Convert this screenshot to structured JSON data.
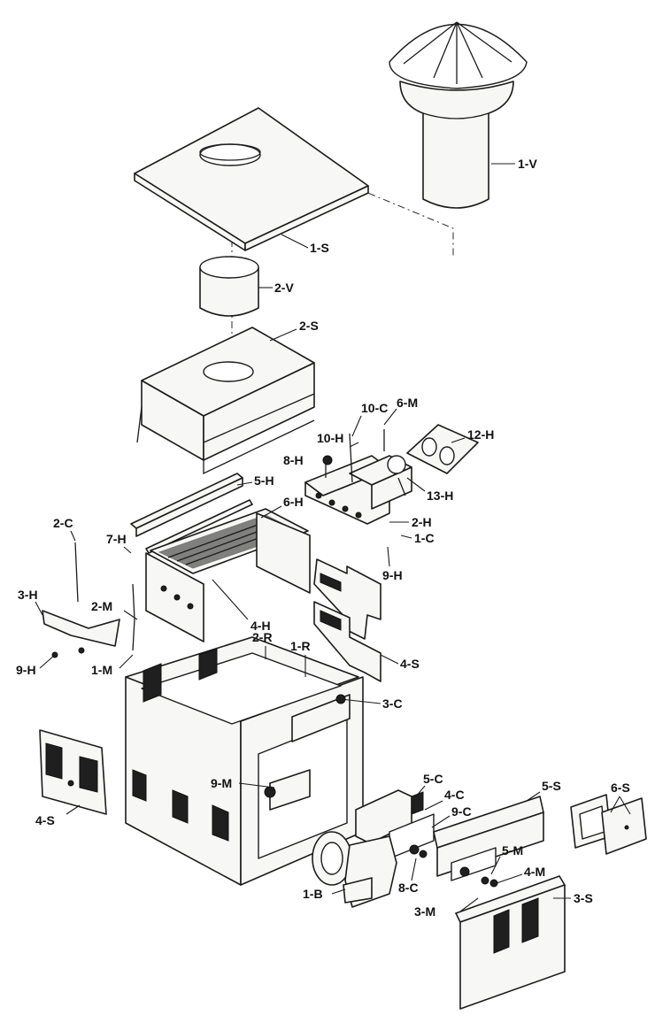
{
  "callouts": [
    {
      "id": "1-V",
      "text": "1-V"
    },
    {
      "id": "1-S",
      "text": "1-S"
    },
    {
      "id": "2-V",
      "text": "2-V"
    },
    {
      "id": "2-S",
      "text": "2-S"
    },
    {
      "id": "10-C",
      "text": "10-C"
    },
    {
      "id": "6-M",
      "text": "6-M"
    },
    {
      "id": "12-H",
      "text": "12-H"
    },
    {
      "id": "10-H",
      "text": "10-H"
    },
    {
      "id": "8-H",
      "text": "8-H"
    },
    {
      "id": "13-H",
      "text": "13-H"
    },
    {
      "id": "5-H",
      "text": "5-H"
    },
    {
      "id": "6-H",
      "text": "6-H"
    },
    {
      "id": "2-H",
      "text": "2-H"
    },
    {
      "id": "1-C",
      "text": "1-C"
    },
    {
      "id": "9-H-top",
      "text": "9-H"
    },
    {
      "id": "2-C",
      "text": "2-C"
    },
    {
      "id": "7-H",
      "text": "7-H"
    },
    {
      "id": "3-H",
      "text": "3-H"
    },
    {
      "id": "2-M",
      "text": "2-M"
    },
    {
      "id": "4-H",
      "text": "4-H"
    },
    {
      "id": "4-S-right",
      "text": "4-S"
    },
    {
      "id": "9-H-left",
      "text": "9-H"
    },
    {
      "id": "1-M",
      "text": "1-M"
    },
    {
      "id": "2-R",
      "text": "2-R"
    },
    {
      "id": "1-R",
      "text": "1-R"
    },
    {
      "id": "3-C",
      "text": "3-C"
    },
    {
      "id": "4-S-left",
      "text": "4-S"
    },
    {
      "id": "9-M",
      "text": "9-M"
    },
    {
      "id": "5-C",
      "text": "5-C"
    },
    {
      "id": "4-C",
      "text": "4-C"
    },
    {
      "id": "9-C",
      "text": "9-C"
    },
    {
      "id": "5-S",
      "text": "5-S"
    },
    {
      "id": "6-S",
      "text": "6-S"
    },
    {
      "id": "5-M",
      "text": "5-M"
    },
    {
      "id": "4-M",
      "text": "4-M"
    },
    {
      "id": "8-C",
      "text": "8-C"
    },
    {
      "id": "1-B",
      "text": "1-B"
    },
    {
      "id": "3-M",
      "text": "3-M"
    },
    {
      "id": "3-S",
      "text": "3-S"
    }
  ]
}
